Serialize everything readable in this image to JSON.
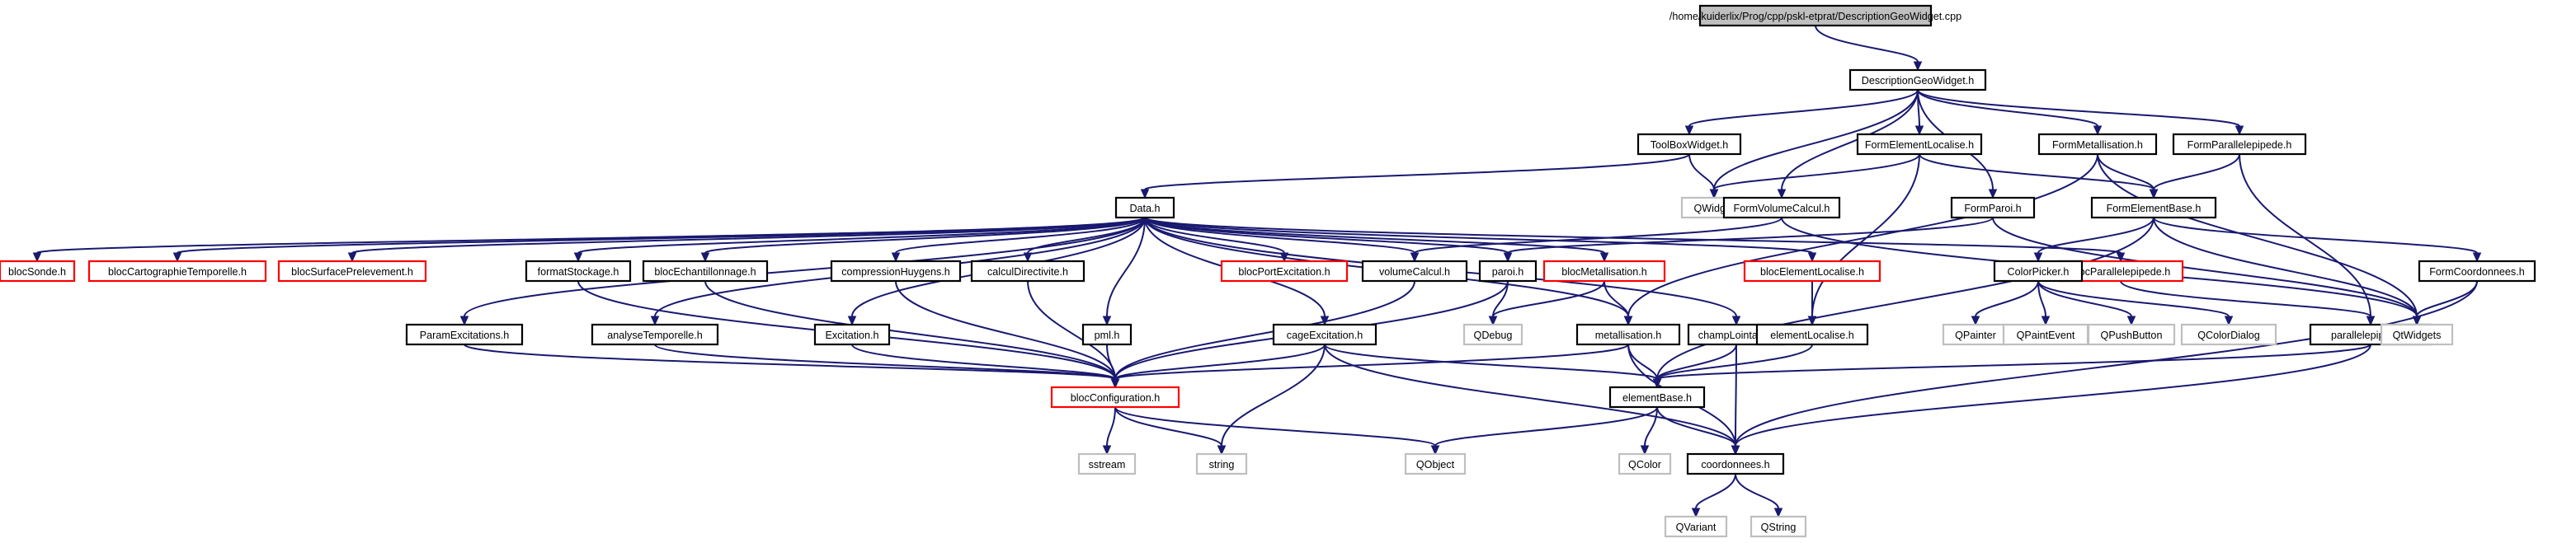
{
  "colors": {
    "edge": "#191970",
    "text": "#000000",
    "border_normal": "#000000",
    "border_missing": "#bfbfbf",
    "border_truncated": "#ff0000",
    "root_fill": "#bfbfbf",
    "fill": "#ffffff"
  },
  "nodes": [
    {
      "id": "root",
      "label": "/home/kuiderlix/Prog/cpp/pskl-etprat/DescriptionGeoWidget.cpp",
      "style": "root"
    },
    {
      "id": "dgw",
      "label": "DescriptionGeoWidget.h",
      "style": "normal"
    },
    {
      "id": "tbw",
      "label": "ToolBoxWidget.h",
      "style": "normal"
    },
    {
      "id": "fel",
      "label": "FormElementLocalise.h",
      "style": "normal"
    },
    {
      "id": "fmet",
      "label": "FormMetallisation.h",
      "style": "normal"
    },
    {
      "id": "fpar",
      "label": "FormParallelepipede.h",
      "style": "normal"
    },
    {
      "id": "qwidget",
      "label": "QWidget",
      "style": "missing"
    },
    {
      "id": "fvc",
      "label": "FormVolumeCalcul.h",
      "style": "normal"
    },
    {
      "id": "fparoi",
      "label": "FormParoi.h",
      "style": "normal"
    },
    {
      "id": "feb",
      "label": "FormElementBase.h",
      "style": "normal"
    },
    {
      "id": "data",
      "label": "Data.h",
      "style": "normal"
    },
    {
      "id": "bsonde",
      "label": "blocSonde.h",
      "style": "truncated"
    },
    {
      "id": "bcart",
      "label": "blocCartographieTemporelle.h",
      "style": "truncated"
    },
    {
      "id": "bsurf",
      "label": "blocSurfacePrelevement.h",
      "style": "truncated"
    },
    {
      "id": "fstock",
      "label": "formatStockage.h",
      "style": "normal"
    },
    {
      "id": "bech",
      "label": "blocEchantillonnage.h",
      "style": "normal"
    },
    {
      "id": "comph",
      "label": "compressionHuygens.h",
      "style": "normal"
    },
    {
      "id": "cdir",
      "label": "calculDirectivite.h",
      "style": "normal"
    },
    {
      "id": "bportex",
      "label": "blocPortExcitation.h",
      "style": "truncated"
    },
    {
      "id": "vcalc",
      "label": "volumeCalcul.h",
      "style": "normal"
    },
    {
      "id": "paroi",
      "label": "paroi.h",
      "style": "normal"
    },
    {
      "id": "bmet",
      "label": "blocMetallisation.h",
      "style": "truncated"
    },
    {
      "id": "belem",
      "label": "blocElementLocalise.h",
      "style": "truncated"
    },
    {
      "id": "bpar",
      "label": "blocParallelepipede.h",
      "style": "truncated"
    },
    {
      "id": "cpick",
      "label": "ColorPicker.h",
      "style": "normal"
    },
    {
      "id": "fcoord",
      "label": "FormCoordonnees.h",
      "style": "normal"
    },
    {
      "id": "pexc",
      "label": "ParamExcitations.h",
      "style": "normal"
    },
    {
      "id": "atemp",
      "label": "analyseTemporelle.h",
      "style": "normal"
    },
    {
      "id": "exc",
      "label": "Excitation.h",
      "style": "normal"
    },
    {
      "id": "pml",
      "label": "pml.h",
      "style": "normal"
    },
    {
      "id": "cage",
      "label": "cageExcitation.h",
      "style": "normal"
    },
    {
      "id": "qdebug",
      "label": "QDebug",
      "style": "missing"
    },
    {
      "id": "metal",
      "label": "metallisation.h",
      "style": "normal"
    },
    {
      "id": "champ",
      "label": "champLointain.h",
      "style": "normal"
    },
    {
      "id": "eloc",
      "label": "elementLocalise.h",
      "style": "normal"
    },
    {
      "id": "qpainter",
      "label": "QPainter",
      "style": "missing"
    },
    {
      "id": "qpaintev",
      "label": "QPaintEvent",
      "style": "missing"
    },
    {
      "id": "qpush",
      "label": "QPushButton",
      "style": "missing"
    },
    {
      "id": "qcolordlg",
      "label": "QColorDialog",
      "style": "missing"
    },
    {
      "id": "parall",
      "label": "parallelepipede.h",
      "style": "normal"
    },
    {
      "id": "qtwidgets",
      "label": "QtWidgets",
      "style": "missing"
    },
    {
      "id": "bconf",
      "label": "blocConfiguration.h",
      "style": "truncated"
    },
    {
      "id": "ebase",
      "label": "elementBase.h",
      "style": "normal"
    },
    {
      "id": "sstream",
      "label": "sstream",
      "style": "missing"
    },
    {
      "id": "string",
      "label": "string",
      "style": "missing"
    },
    {
      "id": "qobject",
      "label": "QObject",
      "style": "missing"
    },
    {
      "id": "qcolor",
      "label": "QColor",
      "style": "missing"
    },
    {
      "id": "coord",
      "label": "coordonnees.h",
      "style": "normal"
    },
    {
      "id": "qvariant",
      "label": "QVariant",
      "style": "missing"
    },
    {
      "id": "qstring",
      "label": "QString",
      "style": "missing"
    }
  ],
  "edges": [
    [
      "root",
      "dgw"
    ],
    [
      "dgw",
      "tbw"
    ],
    [
      "dgw",
      "fel"
    ],
    [
      "dgw",
      "fmet"
    ],
    [
      "dgw",
      "fpar"
    ],
    [
      "dgw",
      "qwidget"
    ],
    [
      "dgw",
      "fvc"
    ],
    [
      "dgw",
      "fparoi"
    ],
    [
      "tbw",
      "data"
    ],
    [
      "tbw",
      "qwidget"
    ],
    [
      "fel",
      "qwidget"
    ],
    [
      "fel",
      "feb"
    ],
    [
      "fel",
      "eloc"
    ],
    [
      "fmet",
      "feb"
    ],
    [
      "fmet",
      "metal"
    ],
    [
      "fmet",
      "qtwidgets"
    ],
    [
      "fpar",
      "feb"
    ],
    [
      "fpar",
      "parall"
    ],
    [
      "fvc",
      "vcalc"
    ],
    [
      "fvc",
      "qtwidgets"
    ],
    [
      "fparoi",
      "paroi"
    ],
    [
      "fparoi",
      "qtwidgets"
    ],
    [
      "feb",
      "cpick"
    ],
    [
      "feb",
      "fcoord"
    ],
    [
      "feb",
      "ebase"
    ],
    [
      "feb",
      "qtwidgets"
    ],
    [
      "data",
      "bsonde"
    ],
    [
      "data",
      "bcart"
    ],
    [
      "data",
      "bsurf"
    ],
    [
      "data",
      "fstock"
    ],
    [
      "data",
      "bech"
    ],
    [
      "data",
      "comph"
    ],
    [
      "data",
      "cdir"
    ],
    [
      "data",
      "bportex"
    ],
    [
      "data",
      "vcalc"
    ],
    [
      "data",
      "paroi"
    ],
    [
      "data",
      "bmet"
    ],
    [
      "data",
      "belem"
    ],
    [
      "data",
      "bpar"
    ],
    [
      "data",
      "pexc"
    ],
    [
      "data",
      "atemp"
    ],
    [
      "data",
      "exc"
    ],
    [
      "data",
      "pml"
    ],
    [
      "data",
      "cage"
    ],
    [
      "data",
      "champ"
    ],
    [
      "data",
      "metal"
    ],
    [
      "fstock",
      "bconf"
    ],
    [
      "bech",
      "bconf"
    ],
    [
      "comph",
      "bconf"
    ],
    [
      "cdir",
      "bconf"
    ],
    [
      "vcalc",
      "bconf"
    ],
    [
      "paroi",
      "bconf"
    ],
    [
      "paroi",
      "qdebug"
    ],
    [
      "bmet",
      "qdebug"
    ],
    [
      "bmet",
      "metal"
    ],
    [
      "belem",
      "eloc"
    ],
    [
      "bpar",
      "parall"
    ],
    [
      "cpick",
      "qpainter"
    ],
    [
      "cpick",
      "qpaintev"
    ],
    [
      "cpick",
      "qpush"
    ],
    [
      "cpick",
      "qcolordlg"
    ],
    [
      "fcoord",
      "qtwidgets"
    ],
    [
      "fcoord",
      "coord"
    ],
    [
      "pexc",
      "bconf"
    ],
    [
      "atemp",
      "bconf"
    ],
    [
      "exc",
      "bconf"
    ],
    [
      "pml",
      "bconf"
    ],
    [
      "cage",
      "bconf"
    ],
    [
      "cage",
      "string"
    ],
    [
      "cage",
      "ebase"
    ],
    [
      "cage",
      "coord"
    ],
    [
      "metal",
      "bconf"
    ],
    [
      "metal",
      "ebase"
    ],
    [
      "metal",
      "coord"
    ],
    [
      "champ",
      "ebase"
    ],
    [
      "champ",
      "coord"
    ],
    [
      "eloc",
      "ebase"
    ],
    [
      "parall",
      "ebase"
    ],
    [
      "parall",
      "coord"
    ],
    [
      "bconf",
      "sstream"
    ],
    [
      "bconf",
      "string"
    ],
    [
      "bconf",
      "qobject"
    ],
    [
      "ebase",
      "qobject"
    ],
    [
      "ebase",
      "qcolor"
    ],
    [
      "ebase",
      "coord"
    ],
    [
      "coord",
      "qvariant"
    ],
    [
      "coord",
      "qstring"
    ]
  ]
}
